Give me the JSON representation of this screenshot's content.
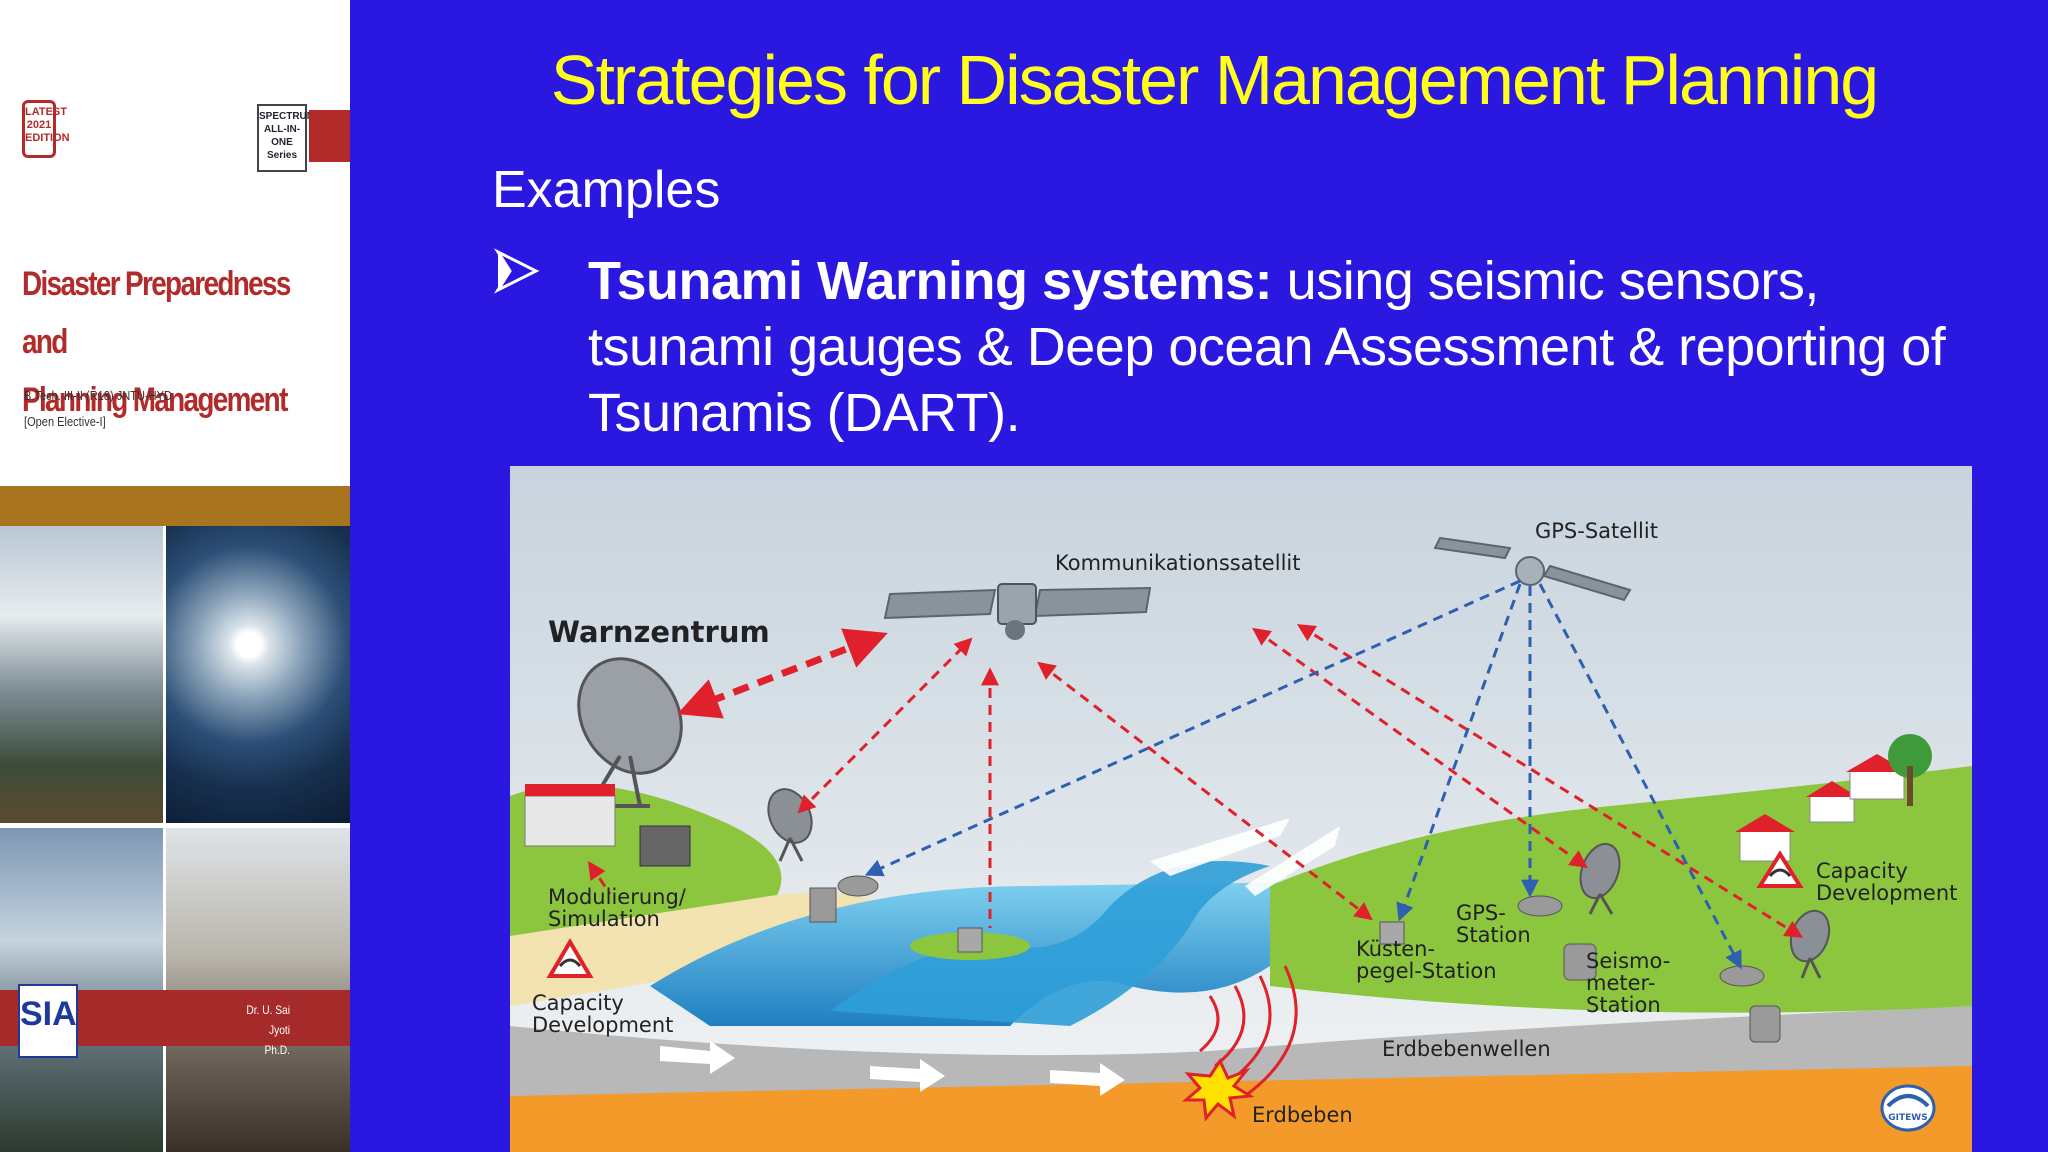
{
  "cover": {
    "edition_badge": "LATEST 2021 EDITION",
    "series_label": "SPECTRUM ALL-IN-ONE Series",
    "title_line1": "Disaster Preparedness and",
    "title_line2": "Planning Management",
    "course": "B.Tech. III-II (R18) JNTU-HYD",
    "elective": "[Open Elective-I]",
    "publisher": "SIA",
    "author_line1": "Dr. U. Sai Jyoti",
    "author_line2": "Ph.D."
  },
  "slide": {
    "title": "Strategies for Disaster Management Planning",
    "subheading": "Examples",
    "bullet_bold": "Tsunami Warning systems:",
    "bullet_text": " using seismic sensors, tsunami gauges & Deep ocean Assessment & reporting of Tsunamis (DART)."
  },
  "diagram": {
    "labels": {
      "warnzentrum": "Warnzentrum",
      "kommunikationssatellit": "Kommunikationssatellit",
      "gps_satellit": "GPS-Satellit",
      "modulierung": "Modulierung/",
      "simulation": "Simulation",
      "capacity_left_1": "Capacity",
      "capacity_left_2": "Development",
      "capacity_right_1": "Capacity",
      "capacity_right_2": "Development",
      "gps_station_1": "GPS-",
      "gps_station_2": "Station",
      "kuesten_1": "Küsten-",
      "kuesten_2": "pegel-Station",
      "seismo_1": "Seismo-",
      "seismo_2": "meter-",
      "seismo_3": "Station",
      "erdbebenwellen": "Erdbebenwellen",
      "erdbeben": "Erdbeben",
      "gitews": "GITEWS"
    },
    "colors": {
      "sky": "#dde6ee",
      "ocean": "#2f9fd8",
      "land": "#8cc63f",
      "sand": "#f2e3b0",
      "earth": "#f39a2a",
      "red_link": "#e0202a",
      "blue_link": "#2e5fb0"
    }
  }
}
